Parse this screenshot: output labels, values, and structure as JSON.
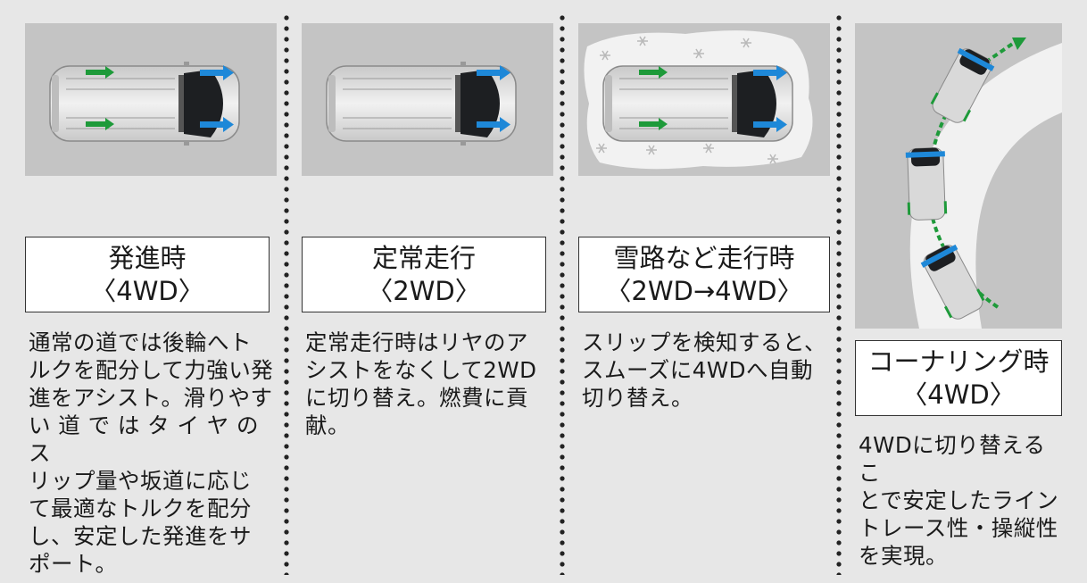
{
  "panels": [
    {
      "title": "発進時",
      "mode": "〈4WD〉",
      "desc": "通常の道では後輪へト\nルクを配分して力強い発\n進をアシスト。滑りやす\nい 道 で は タ イ ヤ の ス\nリップ量や坂道に応じ\nて最適なトルクを配分\nし、安定した発進をサ\nポート。"
    },
    {
      "title": "定常走行",
      "mode": "〈2WD〉",
      "desc": "定常走行時はリヤのア\nシストをなくして2WD\nに切り替え。燃費に貢\n献。"
    },
    {
      "title": "雪路など走行時",
      "mode": "〈2WD→4WD〉",
      "desc": "スリップを検知すると、\nスムーズに4WDへ自動\n切り替え。"
    },
    {
      "title": "コーナリング時",
      "mode": "〈4WD〉",
      "desc": "4WDに切り替えるこ\nとで安定したライン\nトレース性・操縦性\nを実現。"
    }
  ],
  "colors": {
    "background": "#e7e7e7",
    "road": "#c4c4c4",
    "snow": "#f2f2f2",
    "front_arrow": "#1e88d8",
    "rear_arrow": "#1e9a3a",
    "car_body": "#d9d9d9"
  }
}
